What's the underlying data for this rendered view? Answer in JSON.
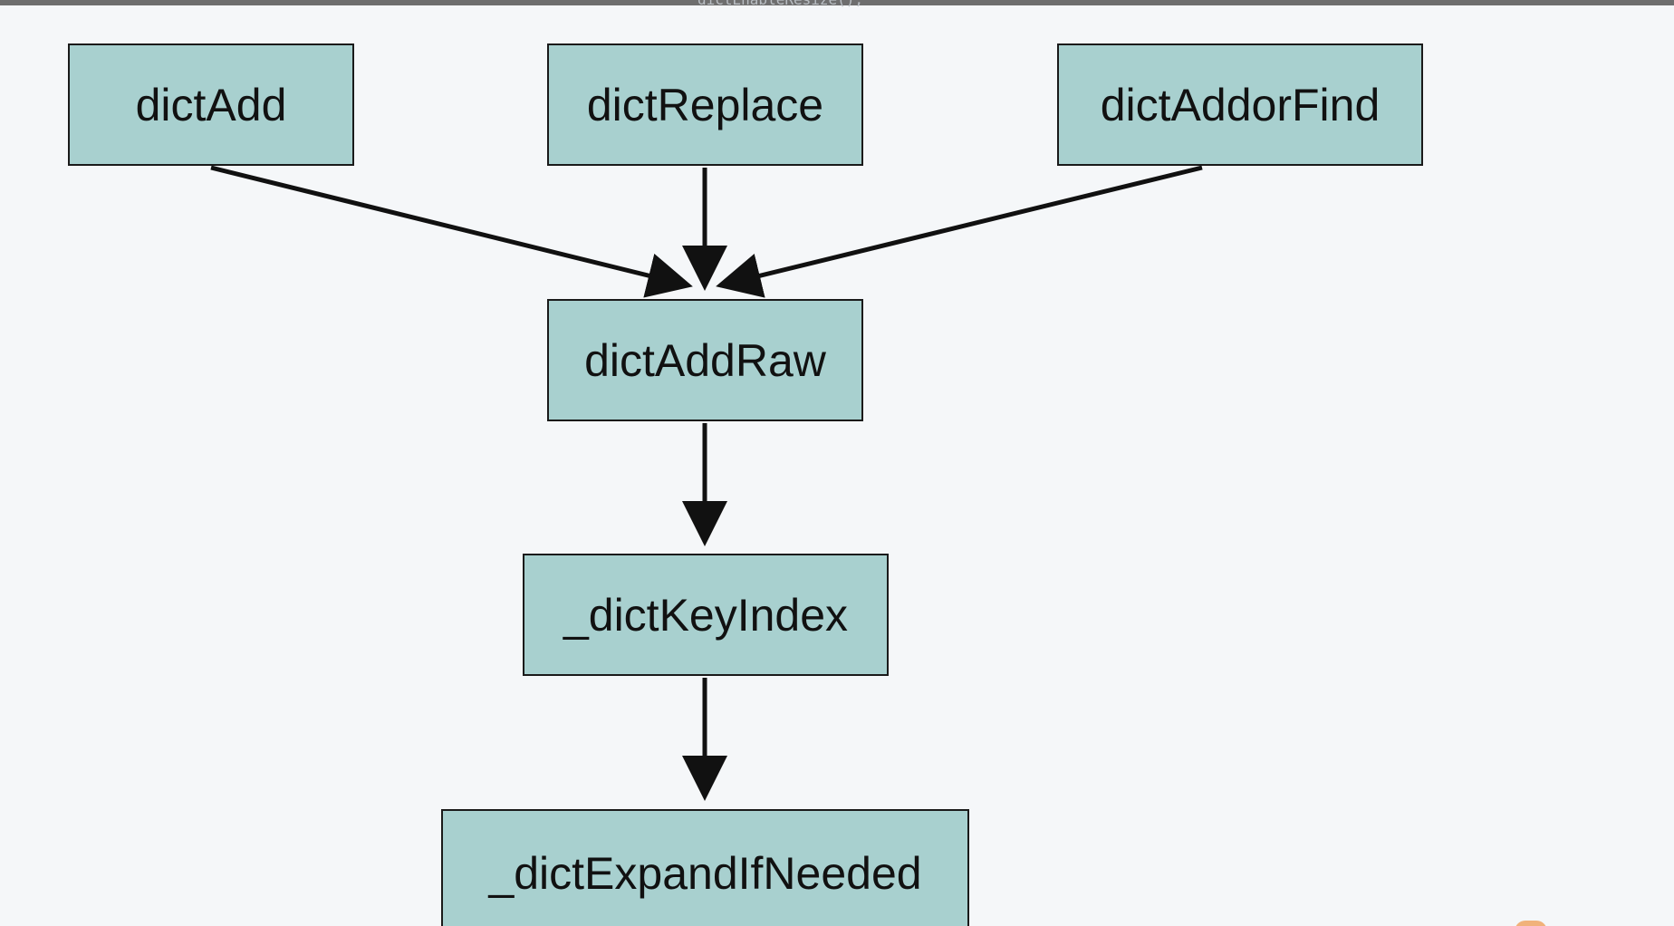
{
  "header": {
    "code_snippet": "dictEnableResize();"
  },
  "diagram": {
    "nodes": [
      {
        "id": "dictAdd",
        "label": "dictAdd"
      },
      {
        "id": "dictReplace",
        "label": "dictReplace"
      },
      {
        "id": "dictAddorFind",
        "label": "dictAddorFind"
      },
      {
        "id": "dictAddRaw",
        "label": "dictAddRaw"
      },
      {
        "id": "dictKeyIndex",
        "label": "_dictKeyIndex"
      },
      {
        "id": "dictExpandIfNeeded",
        "label": "_dictExpandIfNeeded"
      }
    ],
    "edges": [
      {
        "from": "dictAdd",
        "to": "dictAddRaw"
      },
      {
        "from": "dictReplace",
        "to": "dictAddRaw"
      },
      {
        "from": "dictAddorFind",
        "to": "dictAddRaw"
      },
      {
        "from": "dictAddRaw",
        "to": "dictKeyIndex"
      },
      {
        "from": "dictKeyIndex",
        "to": "dictExpandIfNeeded"
      }
    ],
    "colors": {
      "node_fill": "#a8d0cf",
      "node_border": "#1a1a1a",
      "edge": "#111111",
      "background": "#f5f7f9"
    }
  }
}
